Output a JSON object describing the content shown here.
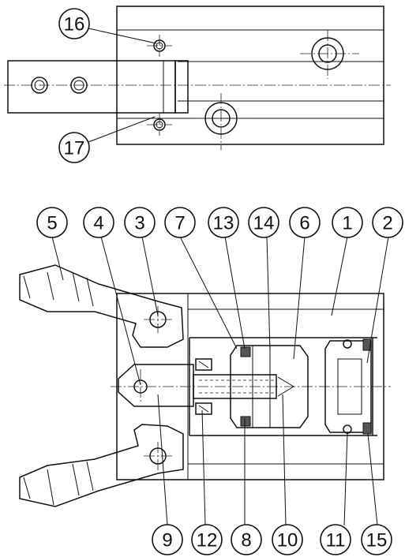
{
  "top_view": {
    "callouts": [
      "16",
      "17"
    ]
  },
  "section_view": {
    "callouts_top": [
      "5",
      "4",
      "3",
      "7",
      "13",
      "14",
      "6",
      "1",
      "2"
    ],
    "callouts_bottom": [
      "9",
      "12",
      "8",
      "10",
      "11",
      "15"
    ]
  }
}
